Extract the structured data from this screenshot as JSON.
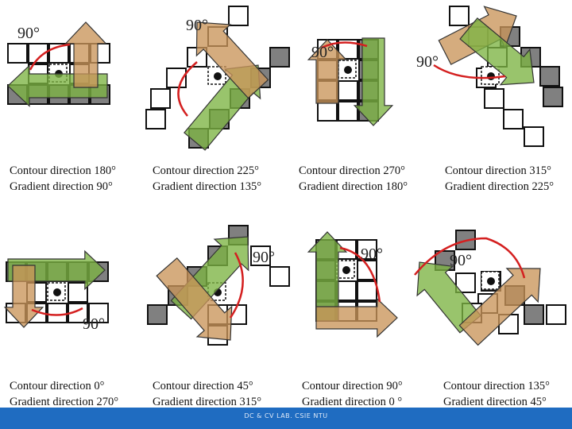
{
  "angle_label": "90°",
  "colors": {
    "pixel_fill": "#808080",
    "pixel_stroke": "#111111",
    "green_arrow": "#7cb342",
    "tan_arrow": "#c9955a",
    "rotation_arc": "#d42020",
    "footer": "#1f6cc1"
  },
  "panels": [
    {
      "contour": "Contour direction 180°",
      "gradient": "Gradient direction 90°"
    },
    {
      "contour": "Contour direction 225°",
      "gradient": "Gradient direction 135°"
    },
    {
      "contour": "Contour direction 270°",
      "gradient": "Gradient direction 180°"
    },
    {
      "contour": "Contour direction 315°",
      "gradient": "Gradient direction 225°"
    },
    {
      "contour": "Contour direction 0°",
      "gradient": "Gradient direction 270°"
    },
    {
      "contour": "Contour direction 45°",
      "gradient": "Gradient direction 315°"
    },
    {
      "contour": "Contour direction 90°",
      "gradient": "Gradient direction 0 °"
    },
    {
      "contour": "Contour direction 135°",
      "gradient": "Gradient direction 45°"
    }
  ],
  "footer": {
    "text": "DC & CV LAB. CSIE NTU"
  }
}
